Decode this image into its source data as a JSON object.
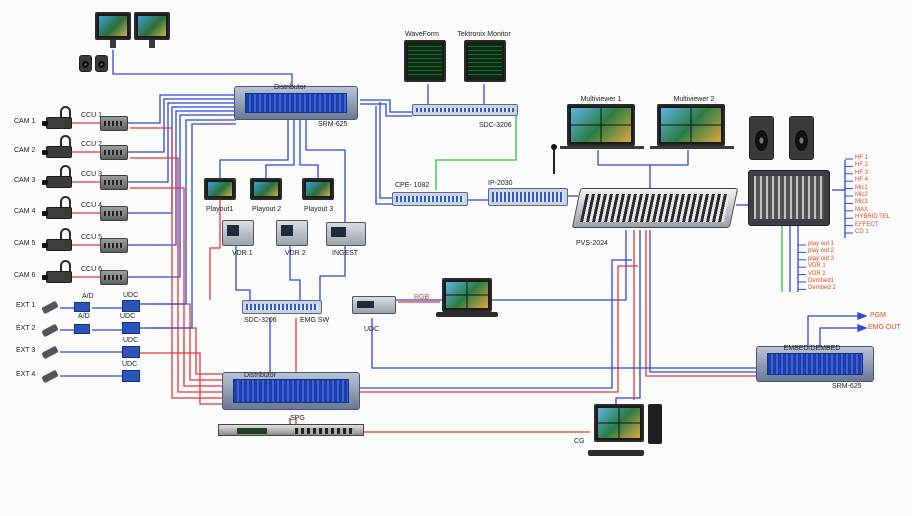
{
  "colors": {
    "blue": "#2d48d9",
    "red": "#e0363c",
    "green": "#2fbf3a",
    "orange_text": "#e04a1c"
  },
  "labels": {
    "distributor_top": "Distributor",
    "srm_top": "SRM-625",
    "waveform": "WaveForm",
    "tektronix": "Tektronix Monitor",
    "sdc_top": "SDC-3206",
    "cpe": "CPE- 1082",
    "ip": "IP-2030",
    "multiviewer1": "Multiviewer 1",
    "multiviewer2": "Multiviewer 2",
    "pvs": "PVS-2024",
    "playout1": "Playout1",
    "playout2": "Playout 2",
    "playout3": "Playout 3",
    "vdr1": "VDR 1",
    "vdr2": "VDR 2",
    "ingest": "INGEST",
    "sdc_mid": "SDC-3206",
    "emg": "EMG SW",
    "udc_mid": "UDC",
    "rgb": "RGB",
    "distributor_bottom": "Distributor",
    "spg": "SPG",
    "cg": "CG",
    "embed": "EMBED/DEMBED",
    "srm_right": "SRM-625",
    "pgm": "PGM",
    "emg_out": "EMG OUT",
    "ad1": "A/D",
    "ad2": "A/D",
    "udc1": "UDC",
    "udc2": "UDC",
    "udc3": "UDC",
    "udc4": "UDC"
  },
  "cams": [
    "CAM 1",
    "CAM 2",
    "CAM 3",
    "CAM 4",
    "CAM 5",
    "CAM 6"
  ],
  "ccus": [
    "CCU 1",
    "CCU 2",
    "CCU 3",
    "CCU 4",
    "CCU 5",
    "CCU 6"
  ],
  "exts": [
    "EXT 1",
    "EXT 2",
    "EXT 3",
    "EXT 4"
  ],
  "audio_inputs": [
    "HF 1",
    "HF 2",
    "HF 3",
    "HF 4",
    "Mic1",
    "Mic2",
    "Mic3",
    "MAX",
    "HYBRID TEL",
    "EFFECT",
    "CD 1"
  ],
  "audio_sources": [
    "play out 1",
    "play out 2",
    "play out 3",
    "VDR 1",
    "VDR 2",
    "Dembed1",
    "Dembed 2"
  ]
}
